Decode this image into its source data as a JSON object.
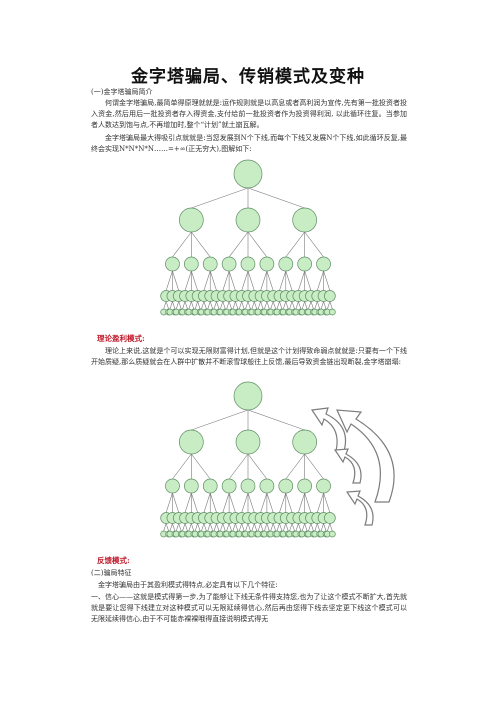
{
  "title": "金字塔骗局、传销模式及变种",
  "section1_heading": "(一)金字塔骗局简介",
  "intro_para1": "何谓金字塔骗局,最简单得原理就就是:运作规则就是以高息或者高利润为宣传,先有第一批投资者投入资金,然后用后一批投资者存入得资金,支付给前一批投资者作为投资得利润, 以此循环往复。当参加者人数达到饱与点,不再增加时,整个“计划”就土崩瓦解。",
  "intro_para2": "金字塔骗局最大得吸引点就就是:当您发展到N个下线,而每个下线又发展N个下线,如此循环反复,最终会实现N*N*N*N……=+∞(正无穷大),图解如下:",
  "label_profit": "理论盈利模式:",
  "profit_para": "理论上来说,这就是个可以实现无限财富得计划,但就是这个计划得致命弱点就就是:只要有一个下线开始质疑,那么质疑就会在人群中扩散并不断滚雪球般往上反馈,最后导致资金链出现断裂,金字塔崩塌:",
  "label_feedback": "反馈模式:",
  "section2_heading": "(二)骗局特征",
  "features_intro": "金字塔骗局由于其盈利模式得特点,必定具有以下几个特征:",
  "feature1_para": "一、信心——这就是模式得第一步,为了能够让下线无条件得支持您,也为了让这个模式不断扩大,首先就就是要让您得下线建立对这种模式可以无限延续得信心,然后再由您得下线去坚定更下线这个模式可以无限延续得信心,由于不可能赤裸裸哦得直接说明模式得无",
  "colors": {
    "node_fill": "#c8ecc3",
    "node_stroke": "#5f8f65",
    "label_red": "#c0192b",
    "arrow_outline": "#7c7c7c"
  }
}
